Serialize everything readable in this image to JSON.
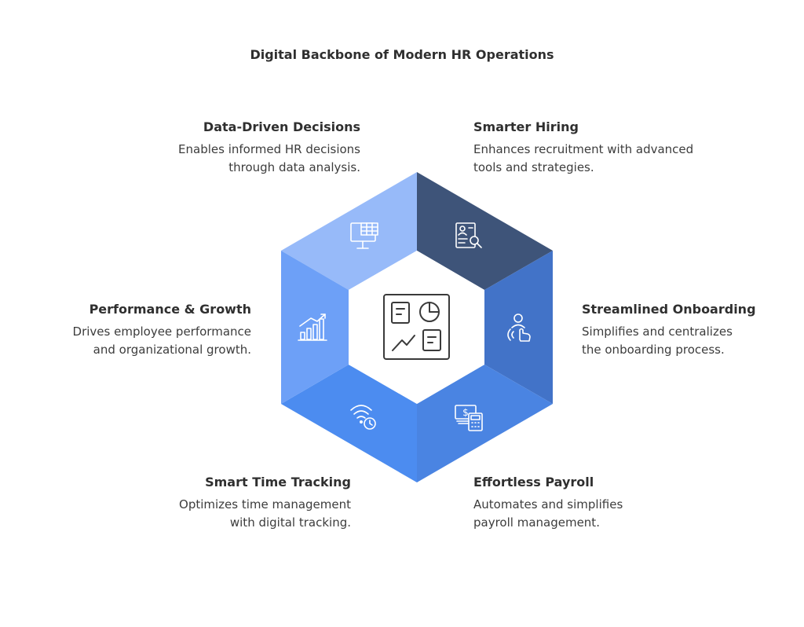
{
  "title": "Digital Backbone of Modern HR Operations",
  "segments": [
    {
      "heading": "Data-Driven Decisions",
      "description_lines": [
        "Enables informed HR decisions",
        "through data analysis."
      ],
      "icon": "monitor-spreadsheet-icon",
      "color": "#97baf9"
    },
    {
      "heading": "Smarter Hiring",
      "description_lines": [
        "Enhances recruitment with advanced",
        "tools and strategies."
      ],
      "icon": "resume-search-icon",
      "color": "#3e5479"
    },
    {
      "heading": "Streamlined Onboarding",
      "description_lines": [
        "Simplifies and centralizes",
        "the onboarding process."
      ],
      "icon": "person-pointer-icon",
      "color": "#4273c8"
    },
    {
      "heading": "Effortless Payroll",
      "description_lines": [
        "Automates and simplifies",
        "payroll management."
      ],
      "icon": "money-calculator-icon",
      "color": "#4a84e2"
    },
    {
      "heading": "Smart Time Tracking",
      "description_lines": [
        "Optimizes time management",
        "with digital tracking."
      ],
      "icon": "wifi-clock-icon",
      "color": "#4c8cf0"
    },
    {
      "heading": "Performance & Growth",
      "description_lines": [
        "Drives employee performance",
        "and organizational growth."
      ],
      "icon": "growth-chart-icon",
      "color": "#6da0f7"
    }
  ],
  "center_icon": "dashboard-icon"
}
